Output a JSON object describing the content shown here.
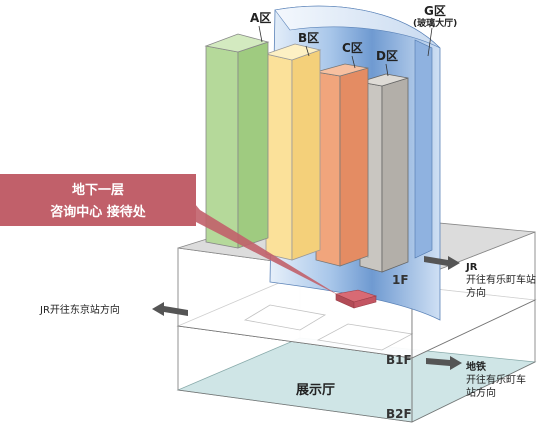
{
  "zones": {
    "a": "A区",
    "b": "B区",
    "c": "C区",
    "d": "D区",
    "g": "G区",
    "g_sub": "(玻璃大厅)"
  },
  "callout": {
    "title": "地下一层",
    "subtitle": "咨询中心  接待处"
  },
  "floors": {
    "f1": "1F",
    "b1f": "B1F",
    "b2f": "B2F",
    "b2_room": "展示厅"
  },
  "directions": {
    "jr_right_line1": "JR",
    "jr_right_line2": "开往有乐町车站",
    "jr_right_line3": "方向",
    "jr_left": "JR开往东京站方向",
    "subway_line1": "地铁",
    "subway_line2": "开往有乐町车",
    "subway_line3": "站方向"
  },
  "colors": {
    "zone_a": "#b5d99a",
    "zone_b": "#fbe19a",
    "zone_c": "#f1a57c",
    "zone_d": "#c9c6c1",
    "zone_g": "#9fc1e6",
    "callout": "#c1606a",
    "exhibit_floor": "#cfe5e6"
  }
}
